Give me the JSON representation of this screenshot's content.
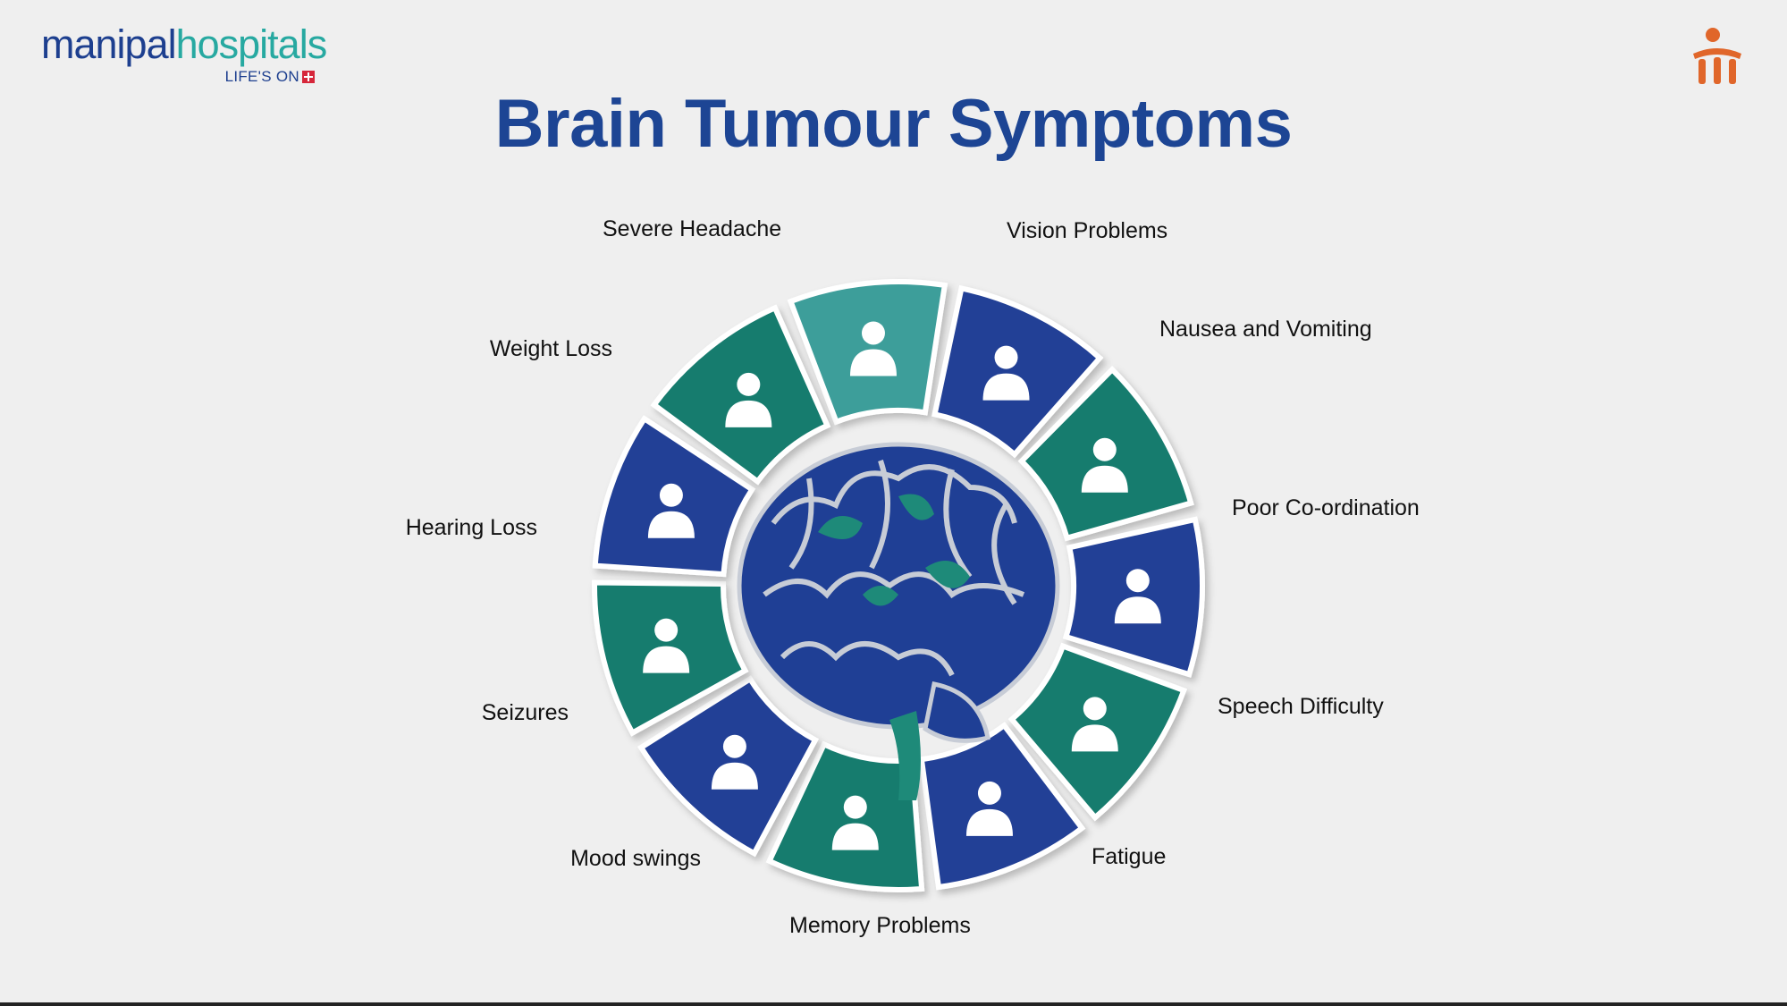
{
  "brand": {
    "name_part1": "manipal",
    "name_part2": "hospitals",
    "tagline": "LIFE'S ON"
  },
  "title": "Brain Tumour Symptoms",
  "colors": {
    "title": "#1d4594",
    "navy": "#233f96",
    "teal": "#177c6e",
    "light_teal": "#3e9e9a",
    "background": "#efefef",
    "corner_logo": "#e0662a"
  },
  "center_icon": "brain-icon",
  "symptoms": [
    {
      "label": "Severe Headache",
      "icon": "headache-person-icon",
      "color": "light_teal"
    },
    {
      "label": "Vision Problems",
      "icon": "eye-icon",
      "color": "navy"
    },
    {
      "label": "Nausea and Vomiting",
      "icon": "vomiting-person-icon",
      "color": "teal"
    },
    {
      "label": "Poor Co-ordination",
      "icon": "coordination-people-icon",
      "color": "navy"
    },
    {
      "label": "Speech Difficulty",
      "icon": "speech-bubble-person-icon",
      "color": "teal"
    },
    {
      "label": "Fatigue",
      "icon": "low-battery-person-icon",
      "color": "navy"
    },
    {
      "label": "Memory Problems",
      "icon": "brain-head-icon",
      "color": "teal"
    },
    {
      "label": "Mood swings",
      "icon": "dizzy-face-icon",
      "color": "navy"
    },
    {
      "label": "Seizures",
      "icon": "person-on-bed-icon",
      "color": "teal"
    },
    {
      "label": "Hearing Loss",
      "icon": "ear-pain-person-icon",
      "color": "navy"
    },
    {
      "label": "Weight Loss",
      "icon": "weighing-scale-icon",
      "color": "teal"
    }
  ]
}
